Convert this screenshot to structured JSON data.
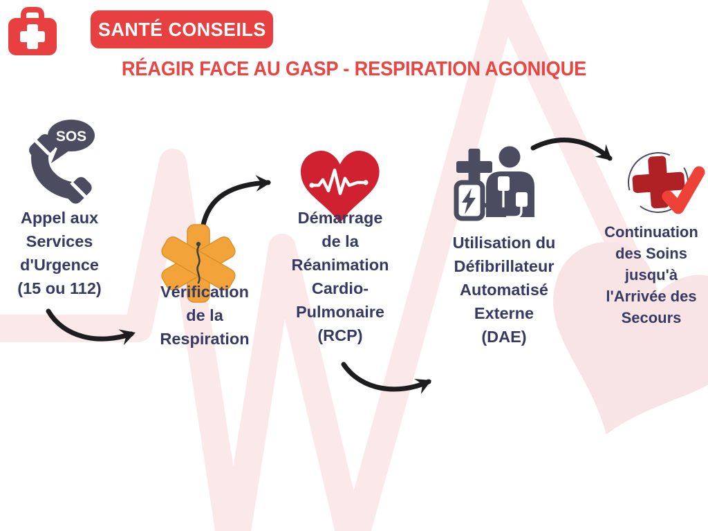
{
  "header": {
    "badge": "SANTÉ CONSEILS",
    "title": "RÉAGIR FACE AU GASP - RESPIRATION AGONIQUE"
  },
  "phone_bubble_text": "SOS",
  "steps": [
    {
      "icon": "phone-sos-icon",
      "label": "Appel aux\nServices\nd'Urgence\n(15 ou 112)"
    },
    {
      "icon": "star-of-life-icon",
      "label": "Vérification\nde la\nRespiration"
    },
    {
      "icon": "heart-ekg-icon",
      "label": "Démarrage\nde la\nRéanimation\nCardio-\nPulmonaire\n(RCP)"
    },
    {
      "icon": "defibrillator-icon",
      "label": "Utilisation du\nDéfibrillateur\nAutomatisé\nExterne\n(DAE)"
    },
    {
      "icon": "cross-check-icon",
      "label": "Continuation\ndes Soins\njusqu'à\nl'Arrivée des\nSecours"
    }
  ],
  "colors": {
    "brand_red": "#e84040",
    "title_red": "#e84543",
    "step_text_navy": "#363a63",
    "icon_slate": "#4b4c60",
    "star_yellow": "#f2a43a",
    "heart_red": "#cf2130",
    "cross_dark_red": "#b02125",
    "check_red": "#ee4238",
    "background_pink": "#fbe9e9",
    "arrow_black": "#1d1d1f"
  }
}
